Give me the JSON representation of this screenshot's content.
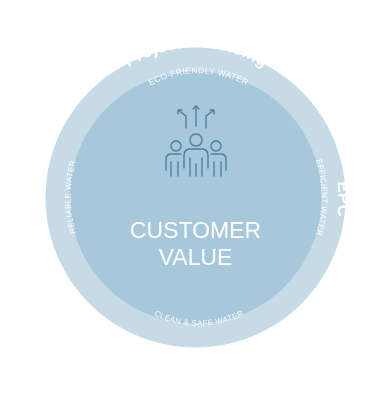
{
  "center": {
    "line1": "CUSTOMER",
    "line2": "VALUE",
    "icon": "people-growth-icon"
  },
  "segments": [
    {
      "id": "top",
      "title": "Project Financing",
      "subtitle": "ECO-FRIENDLY WATER"
    },
    {
      "id": "right",
      "title": "EPC",
      "subtitle": "EFFICIENT WATER"
    },
    {
      "id": "bottom",
      "title": "IT System / O&M",
      "subtitle": "CLEAN & SAFE WATER"
    },
    {
      "id": "left",
      "title": "Materials",
      "subtitle": "RELIABLE WATER"
    }
  ],
  "colors": {
    "segment_dark": "#4e7fa3",
    "segment_light": "#8cb4ca",
    "inner_ring": "#c7dbe6",
    "center": "#a7c8da",
    "text": "#ffffff",
    "icon": "#4e7fa3"
  }
}
